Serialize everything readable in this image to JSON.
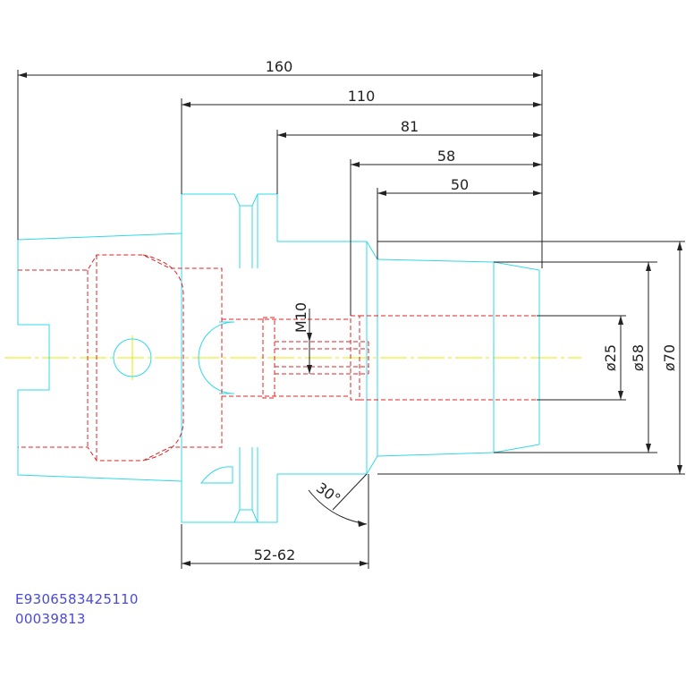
{
  "drawing": {
    "dimensions": {
      "overall_length": "160",
      "length_110": "110",
      "length_81": "81",
      "length_58": "58",
      "length_50": "50",
      "bore_diameter": "ø25",
      "body_diameter": "ø58",
      "flange_diameter": "ø70",
      "screw_thread": "M10",
      "taper_angle": "30°",
      "adjustment_range": "52-62"
    },
    "reference_code": "E9306583425110",
    "reference_number": "00039813"
  },
  "colors": {
    "outline": "#30d8e8",
    "hidden": "#e02020",
    "centerline": "#e8e800",
    "dimension": "#222222",
    "reference_text": "#4a4ad8"
  }
}
